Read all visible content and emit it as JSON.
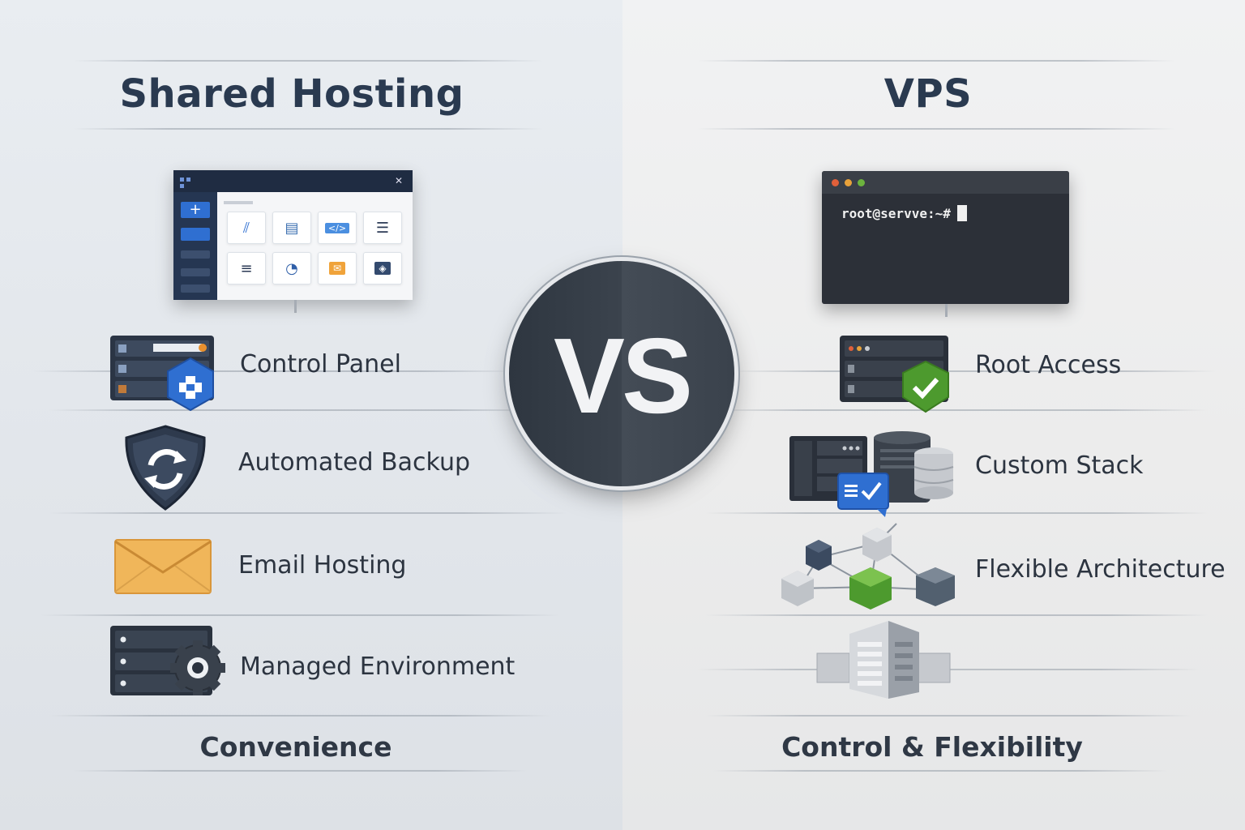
{
  "left": {
    "title": "Shared Hosting",
    "features": [
      {
        "label": "Control Panel",
        "icon": "control-panel-icon"
      },
      {
        "label": "Automated Backup",
        "icon": "backup-shield-icon"
      },
      {
        "label": "Email Hosting",
        "icon": "envelope-icon"
      },
      {
        "label": "Managed Environment",
        "icon": "server-gear-icon"
      }
    ],
    "footer": "Convenience"
  },
  "right": {
    "title": "VPS",
    "terminal_prompt": "root@servve:~#",
    "features": [
      {
        "label": "Root Access",
        "icon": "server-check-shield-icon"
      },
      {
        "label": "Custom Stack",
        "icon": "server-database-icon"
      },
      {
        "label": "Flexible Architecture",
        "icon": "cube-network-icon"
      }
    ],
    "footer": "Control & Flexibility"
  },
  "center": {
    "vs_label": "VS"
  },
  "colors": {
    "title": "#2a3a50",
    "vs_circle": "#343c46",
    "accent_blue": "#2f6fd1",
    "accent_green": "#4d9a2e",
    "envelope": "#f0b65a"
  }
}
